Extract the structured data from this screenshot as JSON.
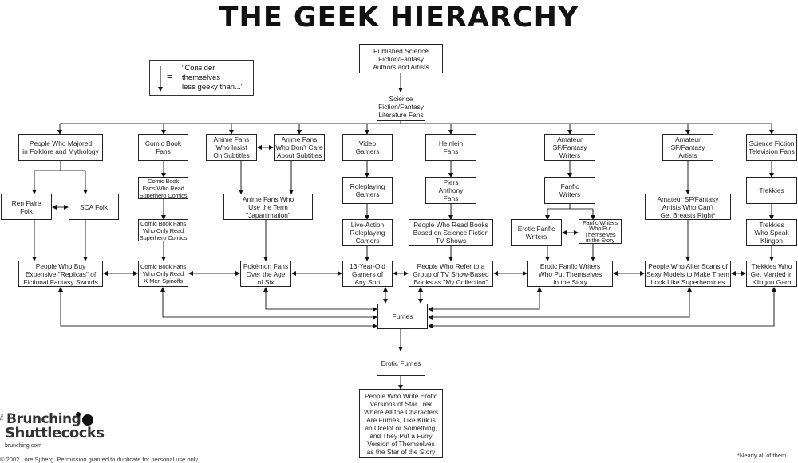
{
  "title": "THE GEEK HIERARCHY",
  "legend": {
    "symbol": "=",
    "text": "\"Consider\nthemselves\nless geeky than...\"",
    "icon": "down-arrow-icon"
  },
  "nodes": {
    "published": "Published Science\nFiction/Fantasy\nAuthors and Artists",
    "litfans": "Science\nFiction/Fantasy\nLiterature Fans",
    "folklore": "People Who Majored\nin Folklore and Mythology",
    "renfaire": "Ren Faire\nFolk",
    "sca": "SCA Folk",
    "replicas": "People Who Buy\nExpensive \"Replicas\" of\nFictional Fantasy Swords",
    "comic": "Comic Book\nFans",
    "superhero": "Comic Book\nFans Who Read\nSuperhero Comics",
    "onlysuperhero": "Comic Book Fans\nWho  Only Read\nSuperhero Comics",
    "xmen": "Comic Book Fans\nWho  Only Read\nX-Men Spinoffs",
    "animesubs": "Anime Fans\nWho  Insist\nOn Subtitles",
    "animenosubs": "Anime Fans\nWho Don't Care\nAbout Subtitles",
    "japanimation": "Anime Fans Who\nUse the Term\n\"Japanimation\"",
    "pokemon": "Pokémon Fans\nOver the Age\nof Six",
    "video": "Video\nGamers",
    "rpg": "Roleplaying\nGamers",
    "larp": "Live-Action\nRoleplaying\nGamers",
    "thirteen": "13-Year-Old\nGamers of\nAny Sort",
    "heinlein": "Heinlein\nFans",
    "piers": "Piers\nAnthony\nFans",
    "tvbooks": "People Who Read Books\nBased on Science Fiction\nTV Shows",
    "collection": "People Who Refer to a\nGroup of TV Show-Based\nBooks as \"My Collection\"",
    "amwriters": "Amateur\nSF/Fantasy\nWriters",
    "fanfic": "Fanfic\nWriters",
    "eroticfanfic": "Erotic Fanfic\nWriters",
    "selfinsert": "Fanfic Writers\nWho Put\nThemselves\nin the Story",
    "eroticself": "Erotic Fanfic Writers\nWho Put Themselves\nIn the Story",
    "amartists": "Amateur\nSF/Fantasy\nArtists",
    "breasts": "Amateur SF/Fantasy\nArtists Who Can't\nGet Breasts Right*",
    "scans": "People Who Alter Scans of\nSexy Models to Make Them\nLook Like Superheroines",
    "tvfans": "Science Fiction\nTelevision Fans",
    "trekkies": "Trekkies",
    "klingonspeak": "Trekkies\nWho Speak\nKlingon",
    "klingongarb": "Trekkies Who\nGet Married in\nKlingon Garb",
    "furries": "Furries",
    "eroticfurries": "Erotic Furries",
    "startrek": "People Who Write Erotic\nVersions of Star Trek\nWhere All the Characters\nAre Furries, Like Kirk is\nan Ocelot or Something,\nand They Put a Furry\nVersion of Themselves\nas the Star of the Story"
  },
  "logo": {
    "the": "The",
    "line1": "Brunching",
    "line2": "Shuttlecocks",
    "domain": "brunching.com"
  },
  "copyright": "© 2002 Lore Sj berg. Permission granted to duplicate for personal use only.",
  "footnote": "*Nearly all of them"
}
